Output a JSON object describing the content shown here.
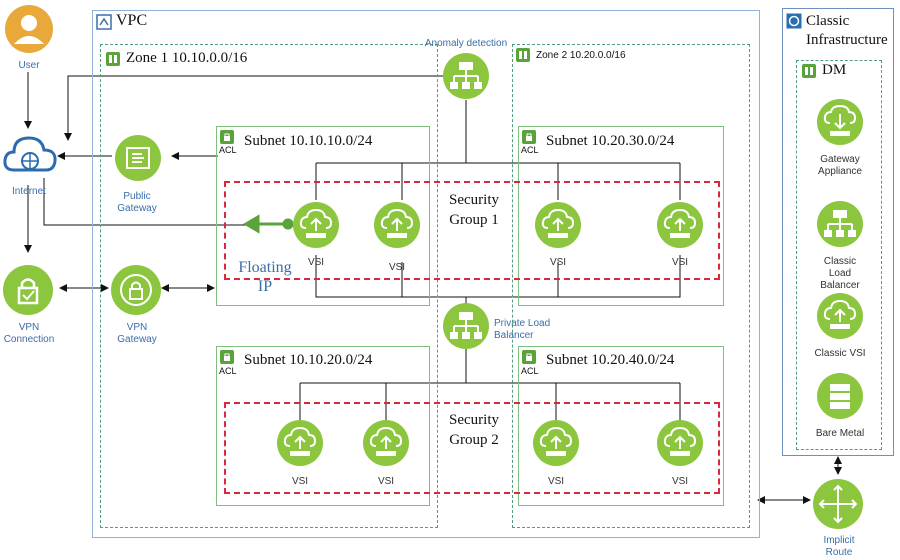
{
  "left": {
    "user": "User",
    "internet": "Internet",
    "vpn_connection": "VPN Connection"
  },
  "vpc": {
    "title": "VPC",
    "zone1": "Zone 1 10.10.0.0/16",
    "zone2": "Zone 2 10.20.0.0/16",
    "anomaly": "Anomaly detection",
    "public_gateway": "Public Gateway",
    "vpn_gateway": "VPN Gateway",
    "floating_ip": "Floating IP",
    "private_lb": "Private Load Balancer",
    "acl": "ACL",
    "subnets": [
      "Subnet 10.10.10.0/24",
      "Subnet 10.20.30.0/24",
      "Subnet 10.10.20.0/24",
      "Subnet 10.20.40.0/24"
    ],
    "security_group_1": "Security Group 1",
    "security_group_2": "Security Group 2",
    "vsi": "VSI"
  },
  "classic": {
    "title": "Classic Infrastructure",
    "dm": "DM",
    "gateway_appliance": "Gateway Appliance",
    "classic_lb": "Classic Load Balancer",
    "classic_vsi": "Classic VSI",
    "bare_metal": "Bare Metal"
  },
  "implicit_route": "Implicit Route",
  "colors": {
    "icon_green": "#8cc63f",
    "user_gold": "#e8a83a",
    "security_group": "#d62a3a",
    "label_blue": "#3a6ea8"
  }
}
